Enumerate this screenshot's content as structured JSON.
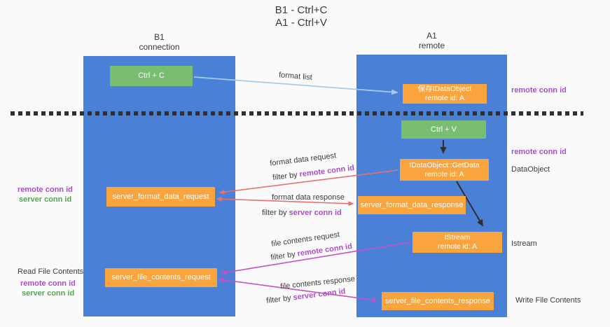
{
  "title": {
    "line1": "B1 - Ctrl+C",
    "line2": "A1 - Ctrl+V"
  },
  "lanes": {
    "left": {
      "name": "B1",
      "role": "connection"
    },
    "right": {
      "name": "A1",
      "role": "remote"
    }
  },
  "nodes": {
    "ctrl_c": {
      "label": "Ctrl + C"
    },
    "ctrl_v": {
      "label": "Ctrl + V"
    },
    "save_idataobject": {
      "line1": "保存IDataObject",
      "line2": "remote id: A"
    },
    "getdata": {
      "line1": "IDataObject::GetData",
      "line2": "remote id: A"
    },
    "istream": {
      "line1": "IStream",
      "line2": "remote id: A"
    },
    "format_request": {
      "label": "server_format_data_request"
    },
    "format_response": {
      "label": "server_format_data_response"
    },
    "file_request": {
      "label": "server_file_contents_request"
    },
    "file_response": {
      "label": "server_file_contents_response"
    }
  },
  "side_labels": {
    "remote_conn_id_top_right": "remote conn id",
    "remote_conn_id_mid_right": "remote conn id",
    "dataobject": "DataObject",
    "istream": "Istream",
    "write_file_contents": "Write File Contents",
    "remote_conn_id_left_mid": "remote conn id",
    "server_conn_id_left_mid": "server conn id",
    "read_file_contents": "Read File Contents",
    "remote_conn_id_left_bottom": "remote conn id",
    "server_conn_id_left_bottom": "server conn id"
  },
  "flow_labels": {
    "format_list": "format list",
    "format_data_request": "format data request",
    "format_data_response": "format data response",
    "file_contents_request": "file contents request",
    "file_contents_response": "file contents response",
    "filter_by": "filter by",
    "remote_conn_id": "remote conn id",
    "server_conn_id": "server conn id"
  },
  "colors": {
    "background": "#fafafa",
    "lane_blue": "#4a80d6",
    "box_green": "#79bd72",
    "box_orange": "#f9a43d",
    "arrow_salmon": "#e87170",
    "arrow_magenta": "#c94fc3",
    "arrow_lightblue": "#a6cbea",
    "arrow_black": "#2f2f2f",
    "text_purple": "#ab4ec6",
    "text_green": "#56a556",
    "text_dark": "#3d3d3d"
  }
}
